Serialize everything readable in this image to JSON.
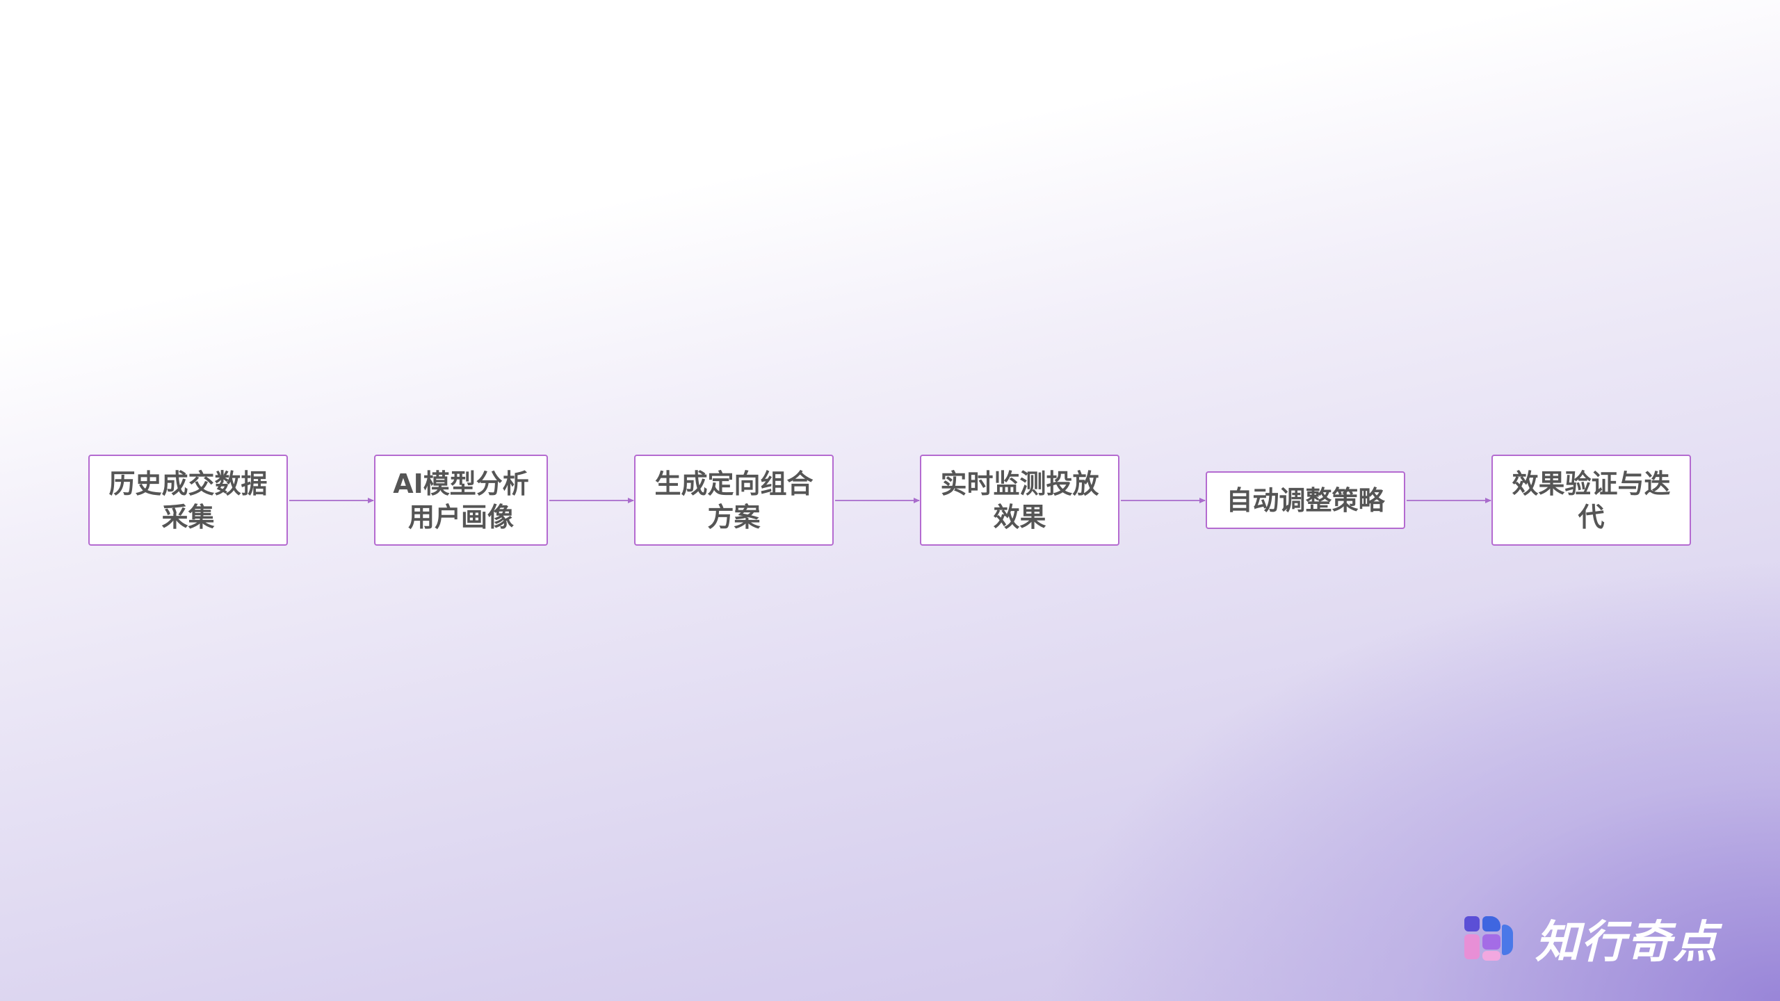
{
  "flow": {
    "steps": [
      {
        "label": "历史成交数据采集"
      },
      {
        "label": "AI模型分析用户画像"
      },
      {
        "label": "生成定向组合方案"
      },
      {
        "label": "实时监测投放效果"
      },
      {
        "label": "自动调整策略"
      },
      {
        "label": "效果验证与迭代"
      }
    ]
  },
  "brand": {
    "name": "知行奇点",
    "accent": "#b46ad0",
    "icon": "logo-mark-icon"
  }
}
